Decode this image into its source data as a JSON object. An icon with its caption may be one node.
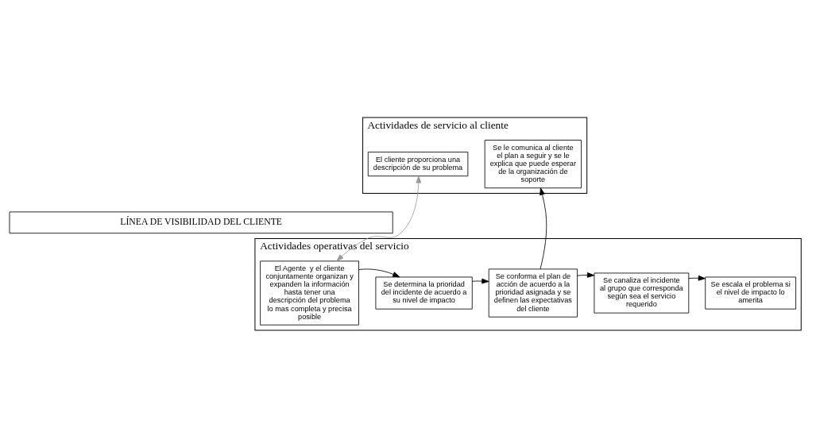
{
  "diagram": {
    "nodes": [
      {
        "text": [
          "Actividades de servicio al cliente"
        ]
      },
      {
        "text": [
          "El cliente proporciona una descripción de su problema"
        ],
        "in": 0
      },
      {
        "text": [
          "Se le comunica al cliente el plan a seguir y se le explica que puede esperar de la organización de soporte"
        ],
        "in": 0
      },
      {
        "text": [
          "LÍNEA DE VISIBILIDAD DEL CLIENTE"
        ]
      },
      {
        "text": [
          "Actividades operativas del servicio"
        ]
      },
      {
        "text": [
          "El Agente  y el cliente conjuntamente organizan y expanden la información hasta tener una descripción del problema lo mas completa y precisa posible"
        ],
        "in": 4
      },
      {
        "text": [
          "Se determina la prioridad del incidente de acuerdo a su nivel de impacto"
        ],
        "in": 4
      },
      {
        "text": [
          "Se conforma el plan de acción de acuerdo a la prioridad asignada y se definen las expectativas del cliente"
        ],
        "in": 4
      },
      {
        "text": [
          "Se canaliza el incidente al grupo que corresponda según sea el servicio requerido"
        ],
        "in": 4
      },
      {
        "text": [
          "Se escala el problema si el nivel de impacto lo amerita"
        ],
        "in": 4
      }
    ],
    "edges": [
      {
        "from": 1,
        "to": 5,
        "arrow": "both",
        "color": "#999999"
      },
      {
        "from": 7,
        "to": 2,
        "arrow": "to"
      },
      {
        "from": 5,
        "to": 6,
        "arrow": "to"
      },
      {
        "from": 6,
        "to": 7,
        "arrow": "to"
      },
      {
        "from": 7,
        "to": 8,
        "arrow": "to"
      },
      {
        "from": 8,
        "to": 9,
        "arrow": "to"
      }
    ]
  }
}
